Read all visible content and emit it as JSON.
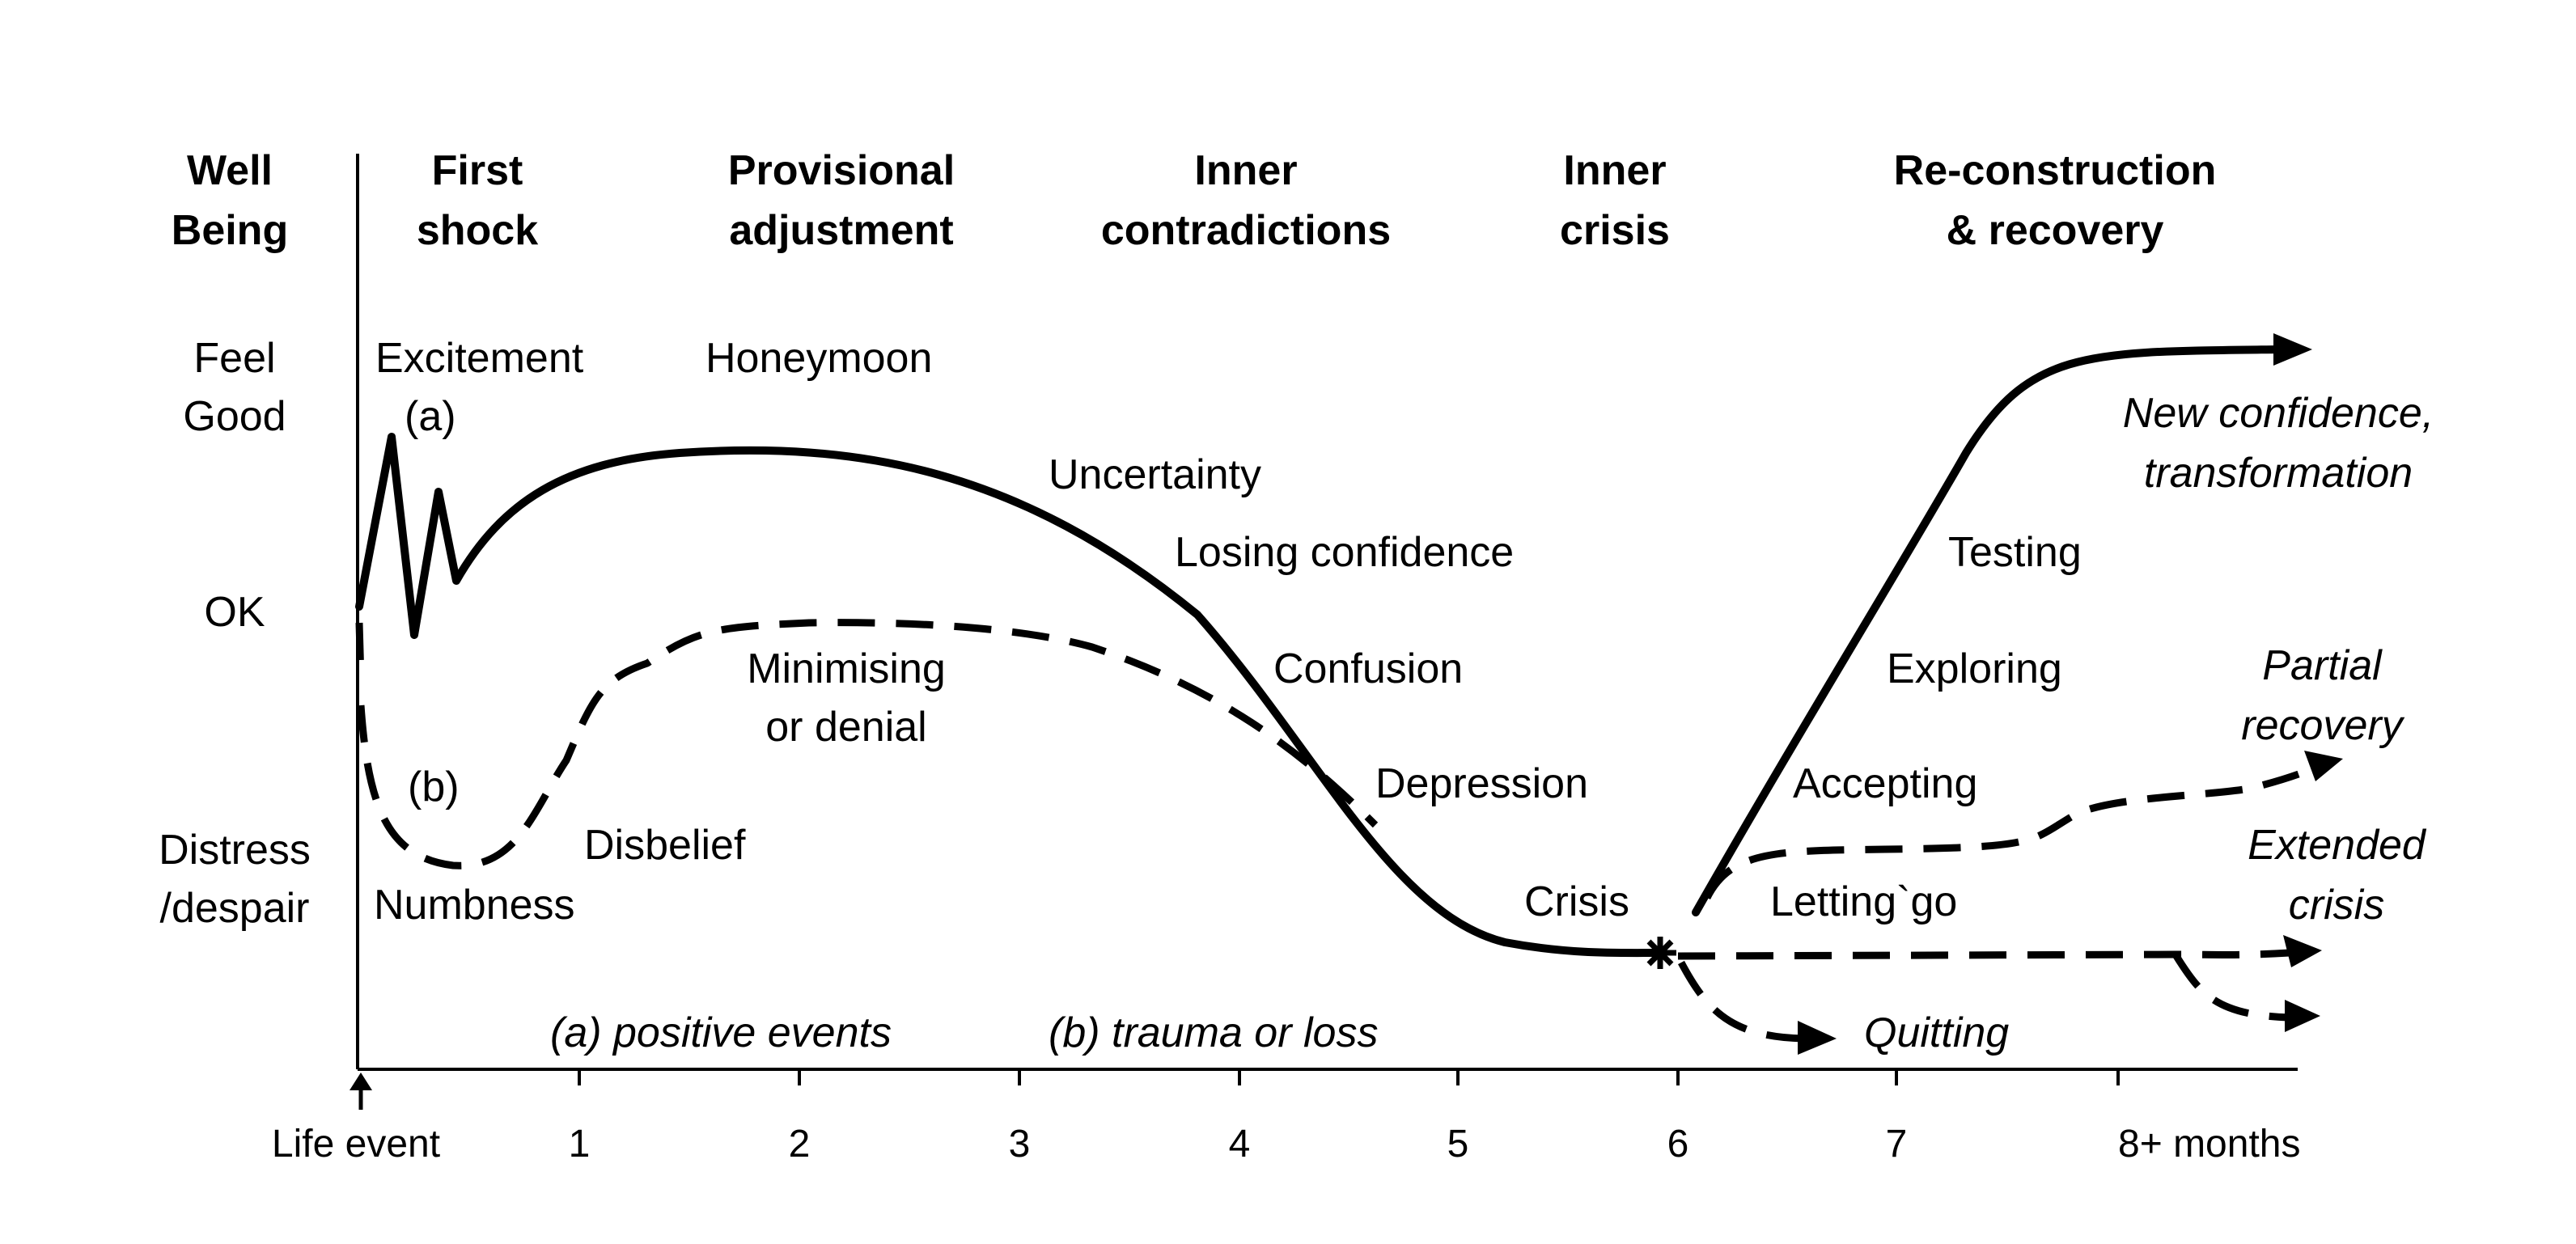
{
  "phase_headers": {
    "well_being_1": "Well",
    "well_being_2": "Being",
    "first_shock_1": "First",
    "first_shock_2": "shock",
    "provisional_1": "Provisional",
    "provisional_2": "adjustment",
    "inner_contra_1": "Inner",
    "inner_contra_2": "contradictions",
    "inner_crisis_1": "Inner",
    "inner_crisis_2": "crisis",
    "reconstruction_1": "Re-construction",
    "reconstruction_2": "& recovery"
  },
  "y_levels": {
    "feel_good_1": "Feel",
    "feel_good_2": "Good",
    "ok": "OK",
    "distress_1": "Distress",
    "distress_2": "/despair"
  },
  "stage_labels": {
    "excitement": "Excitement",
    "a_marker": "(a)",
    "b_marker": "(b)",
    "honeymoon": "Honeymoon",
    "uncertainty": "Uncertainty",
    "losing_confidence": "Losing confidence",
    "confusion": "Confusion",
    "depression": "Depression",
    "crisis": "Crisis",
    "minimising_1": "Minimising",
    "minimising_2": "or denial",
    "disbelief": "Disbelief",
    "numbness": "Numbness",
    "testing": "Testing",
    "exploring": "Exploring",
    "accepting": "Accepting",
    "letting_go": "Letting`go"
  },
  "outcomes": {
    "new_confidence_1": "New confidence,",
    "new_confidence_2": "transformation",
    "partial_1": "Partial",
    "partial_2": "recovery",
    "extended_1": "Extended",
    "extended_2": "crisis",
    "quitting": "Quitting"
  },
  "legend": {
    "positive": "(a) positive events",
    "trauma": "(b) trauma or loss"
  },
  "x_axis": {
    "origin": "Life event",
    "ticks": [
      "1",
      "2",
      "3",
      "4",
      "5",
      "6",
      "7",
      "8+ months"
    ]
  }
}
